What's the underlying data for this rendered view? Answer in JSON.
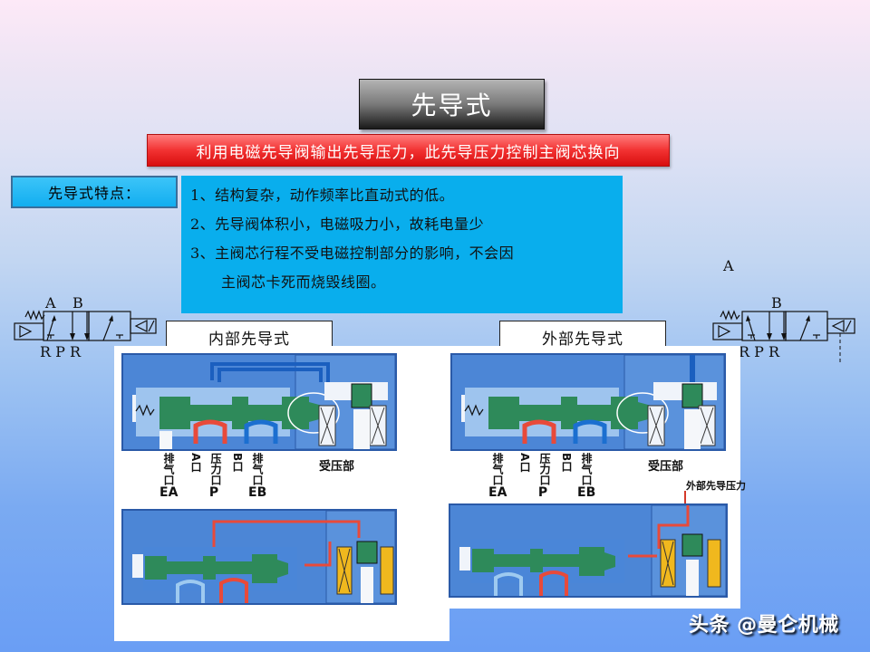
{
  "title": "先导式",
  "subtitle": "利用电磁先导阀输出先导压力，此先导压力控制主阀芯换向",
  "features": {
    "label": "先导式特点：",
    "items": [
      "1、结构复杂，动作频率比直动式的低。",
      "2、先导阀体积小，电磁吸力小，故耗电量少",
      "3、主阀芯行程不受电磁控制部分的影响，不会因",
      "主阀芯卡死而烧毁线圈。"
    ]
  },
  "symbols": {
    "left": {
      "top_ports": "A  B",
      "bottom_ports": "R P R"
    },
    "right": {
      "top_label": "A",
      "top_ports": "B",
      "bottom_ports": "R P R"
    }
  },
  "panels": {
    "internal": {
      "label": "内部先导式",
      "ports": [
        {
          "name": "排气口",
          "code": "EA"
        },
        {
          "name": "A口",
          "code": ""
        },
        {
          "name": "压力口",
          "code": "P"
        },
        {
          "name": "B口",
          "code": ""
        },
        {
          "name": "排气口",
          "code": "EB"
        }
      ],
      "callout": "受压部"
    },
    "external": {
      "label": "外部先导式",
      "ports": [
        {
          "name": "排气口",
          "code": "EA"
        },
        {
          "name": "A口",
          "code": ""
        },
        {
          "name": "压力口",
          "code": "P"
        },
        {
          "name": "B口",
          "code": ""
        },
        {
          "name": "排气口",
          "code": "EB"
        }
      ],
      "callout": "受压部",
      "ext_pressure": "外部先导压力"
    }
  },
  "watermark": "头条 @曼仑机械",
  "colors": {
    "valve_body": "#4c86d6",
    "spool": "#2e8a5a",
    "flow_arrow": "#e84a3a",
    "coil": "#f0b81e",
    "banner": "#f23232",
    "feature_bg": "#09aeed"
  }
}
